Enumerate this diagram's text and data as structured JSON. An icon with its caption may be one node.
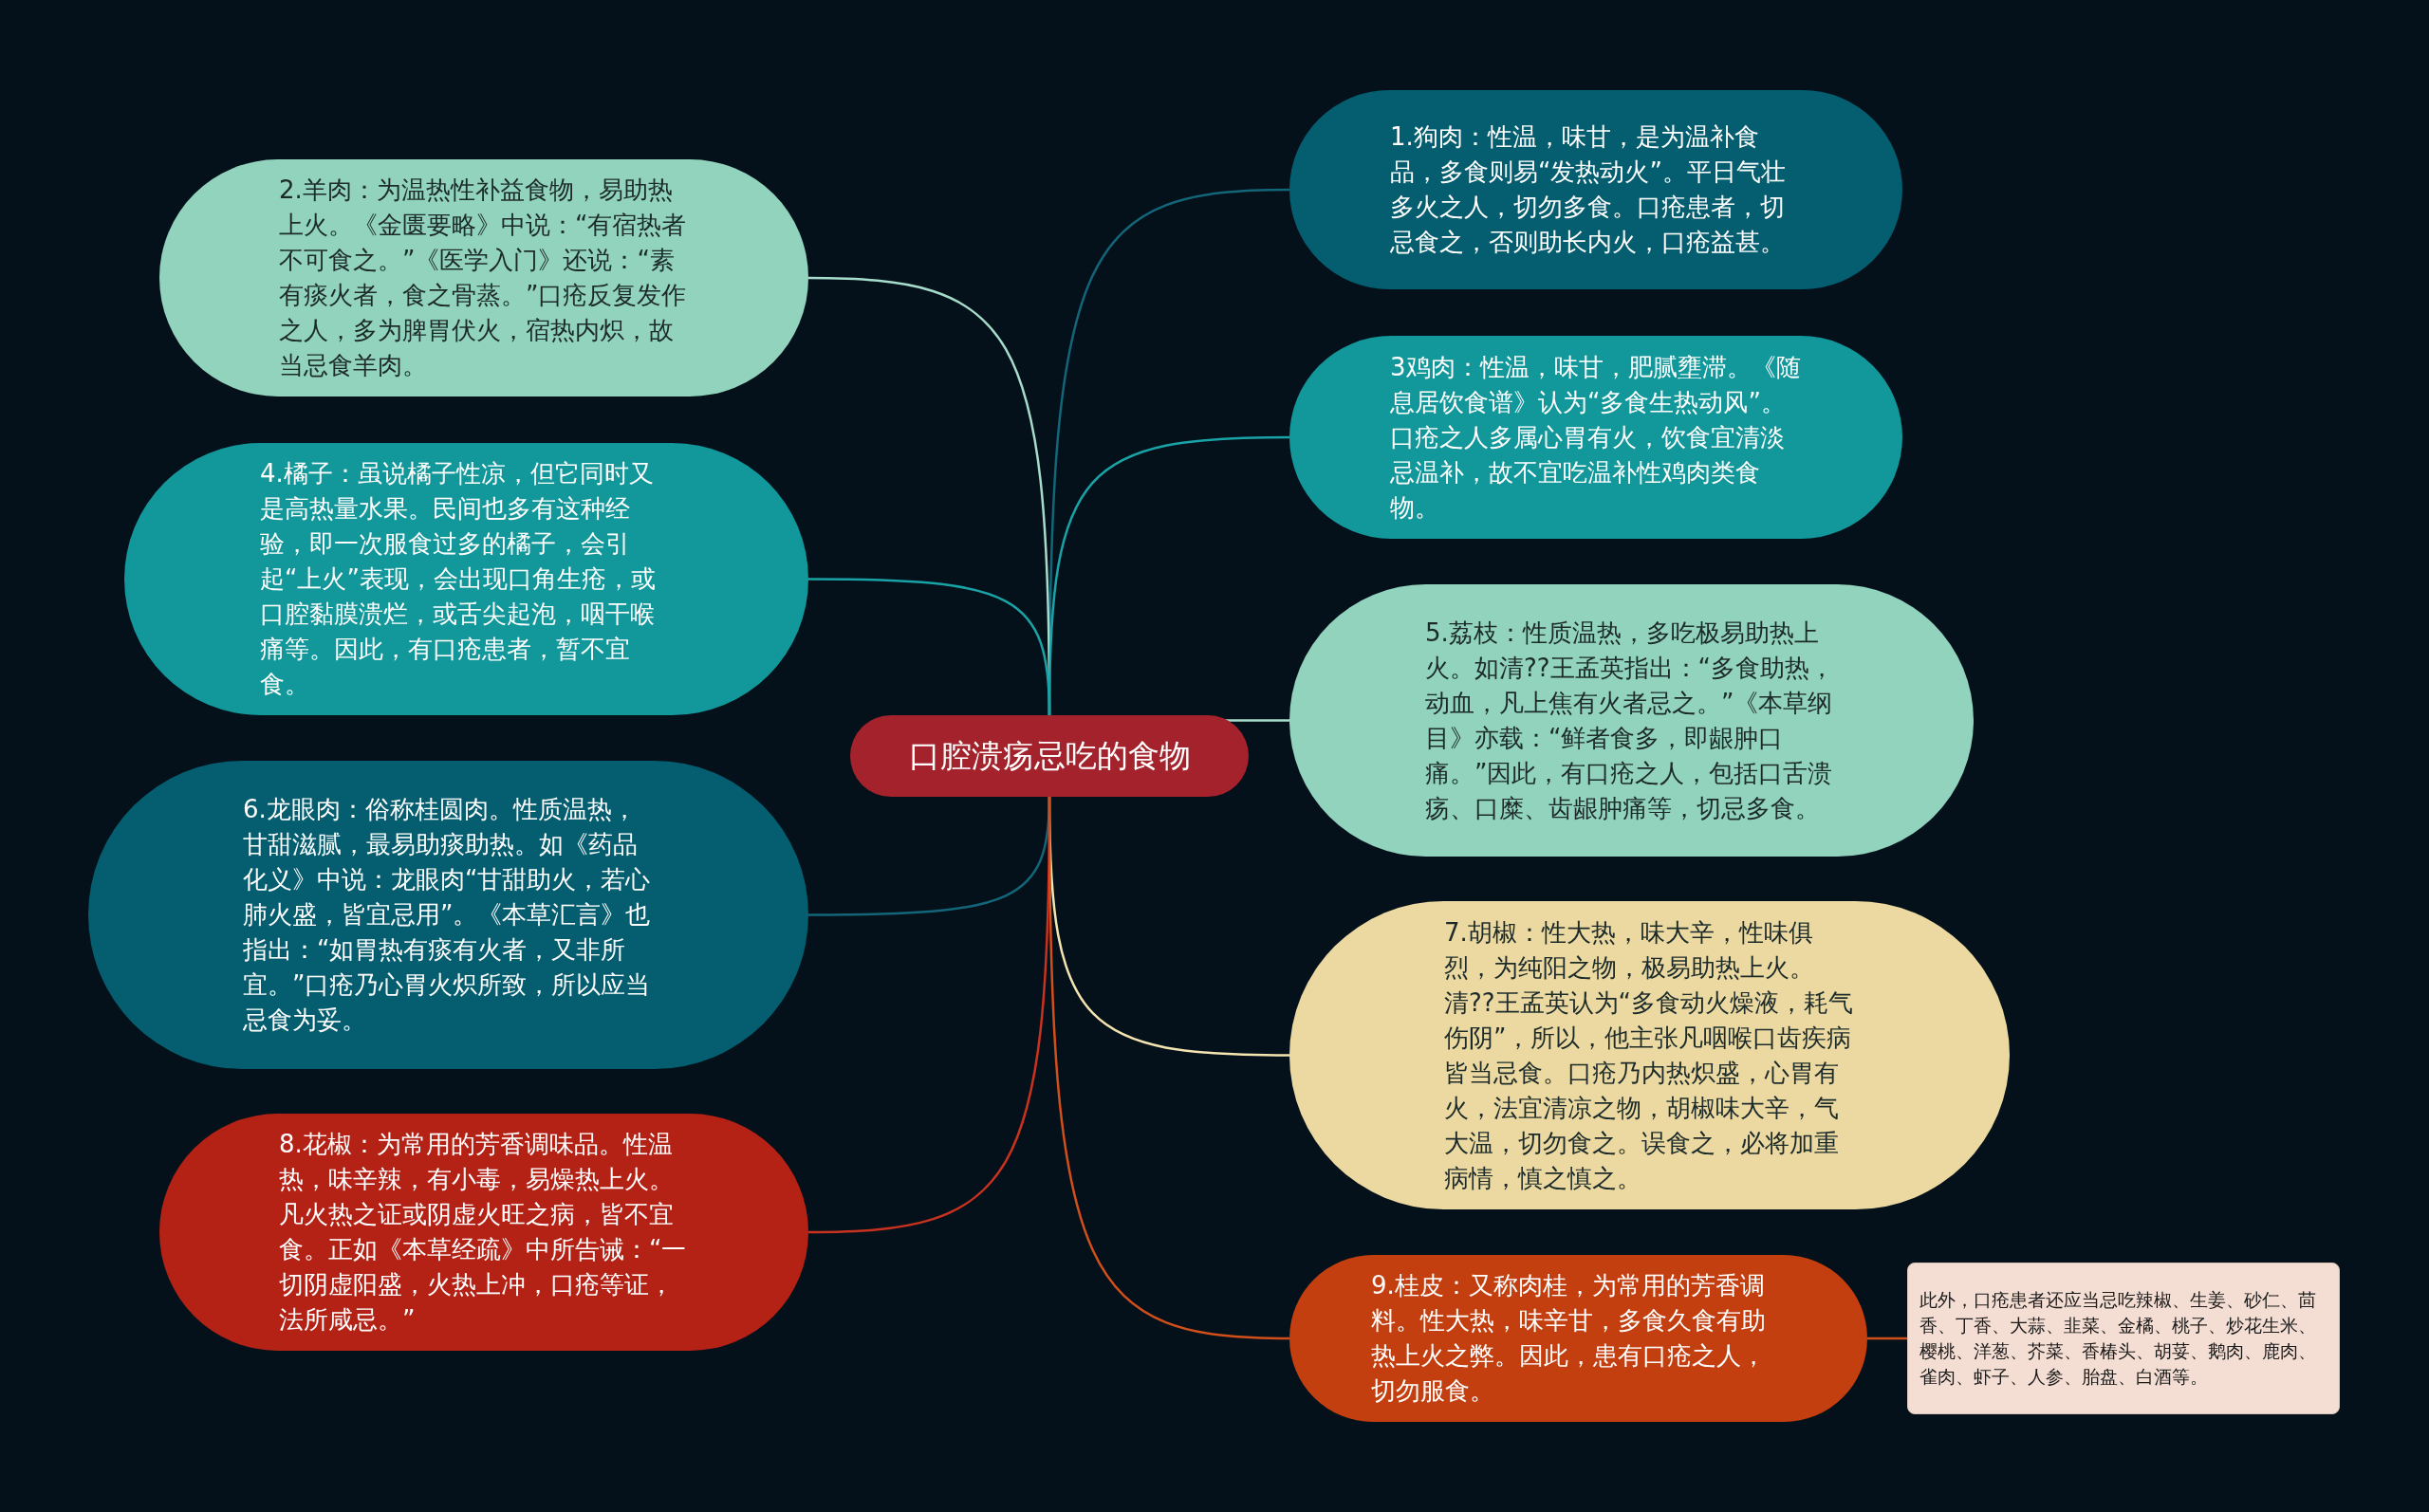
{
  "diagram": {
    "nodes": [
      {
        "text": [
          "口腔溃疡忌吃的食物"
        ]
      },
      {
        "text": [
          "1.狗肉：性温，味甘，是为温补食品，多食则易“发热动火”。平日气壮多火之人，切勿多食。口疮患者，切忌食之，否则助长内火，口疮益甚。"
        ]
      },
      {
        "text": [
          "2.羊肉：为温热性补益食物，易助热上火。《金匮要略》中说：“有宿热者不可食之。”《医学入门》还说：“素有痰火者，食之骨蒸。”口疮反复发作之人，多为脾胃伏火，宿热内炽，故当忌食羊肉。"
        ]
      },
      {
        "text": [
          "3鸡肉：性温，味甘，肥腻壅滞。《随息居饮食谱》认为“多食生热动风”。口疮之人多属心胃有火，饮食宜清淡忌温补，故不宜吃温补性鸡肉类食物。"
        ]
      },
      {
        "text": [
          "4.橘子：虽说橘子性凉，但它同时又是高热量水果。民间也多有这种经验，即一次服食过多的橘子，会引起“上火”表现，会出现口角生疮，或口腔黏膜溃烂，或舌尖起泡，咽干喉痛等。因此，有口疮患者，暂不宜食。"
        ]
      },
      {
        "text": [
          "5.荔枝：性质温热，多吃极易助热上火。如清??王孟英指出：“多食助热，动血，凡上焦有火者忌之。”《本草纲目》亦载：“鲜者食多，即龈肿口痛。”因此，有口疮之人，包括口舌溃疡、口糜、齿龈肿痛等，切忌多食。"
        ]
      },
      {
        "text": [
          "6.龙眼肉：俗称桂圆肉。性质温热，甘甜滋腻，最易助痰助热。如《药品化义》中说：龙眼肉“甘甜助火，若心肺火盛，皆宜忌用”。《本草汇言》也指出：“如胃热有痰有火者，又非所宜。”口疮乃心胃火炽所致，所以应当忌食为妥。"
        ]
      },
      {
        "text": [
          "7.胡椒：性大热，味大辛，性味俱烈，为纯阳之物，极易助热上火。清??王孟英认为“多食动火燥液，耗气伤阴”，所以，他主张凡咽喉口齿疾病皆当忌食。口疮乃内热炽盛，心胃有火，法宜清凉之物，胡椒味大辛，气大温，切勿食之。误食之，必将加重病情，慎之慎之。"
        ]
      },
      {
        "text": [
          "8.花椒：为常用的芳香调味品。性温热，味辛辣，有小毒，易燥热上火。凡火热之证或阴虚火旺之病，皆不宜食。正如《本草经疏》中所告诫：“一切阴虚阳盛，火热上冲，口疮等证，法所咸忌。”"
        ]
      },
      {
        "text": [
          "9.桂皮：又称肉桂，为常用的芳香调料。性大热，味辛甘，多食久食有助热上火之弊。因此，患有口疮之人，切勿服食。"
        ]
      },
      {
        "text": [
          "此外，口疮患者还应当忌吃辣椒、生姜、砂仁、茴香、丁香、大蒜、韭菜、金橘、桃子、炒花生米、樱桃、洋葱、芥菜、香椿头、胡荽、鹅肉、鹿肉、雀肉、虾子、人参、胎盘、白酒等。"
        ]
      }
    ],
    "edges": [
      {
        "from": 0,
        "to": 1,
        "arrow": "none",
        "color": "#13667a"
      },
      {
        "from": 0,
        "to": 2,
        "arrow": "none",
        "color": "#a6dccb"
      },
      {
        "from": 0,
        "to": 3,
        "arrow": "none",
        "color": "#1aa3a6"
      },
      {
        "from": 0,
        "to": 4,
        "arrow": "none",
        "color": "#1aa3a6"
      },
      {
        "from": 0,
        "to": 5,
        "arrow": "none",
        "color": "#a6dccb"
      },
      {
        "from": 0,
        "to": 6,
        "arrow": "none",
        "color": "#13667a"
      },
      {
        "from": 0,
        "to": 7,
        "arrow": "none",
        "color": "#f3e4b0"
      },
      {
        "from": 0,
        "to": 8,
        "arrow": "none",
        "color": "#c8321f"
      },
      {
        "from": 0,
        "to": 9,
        "arrow": "none",
        "color": "#d14f1a"
      },
      {
        "from": 9,
        "to": 10,
        "arrow": "none",
        "color": "#d14f1a"
      }
    ]
  }
}
